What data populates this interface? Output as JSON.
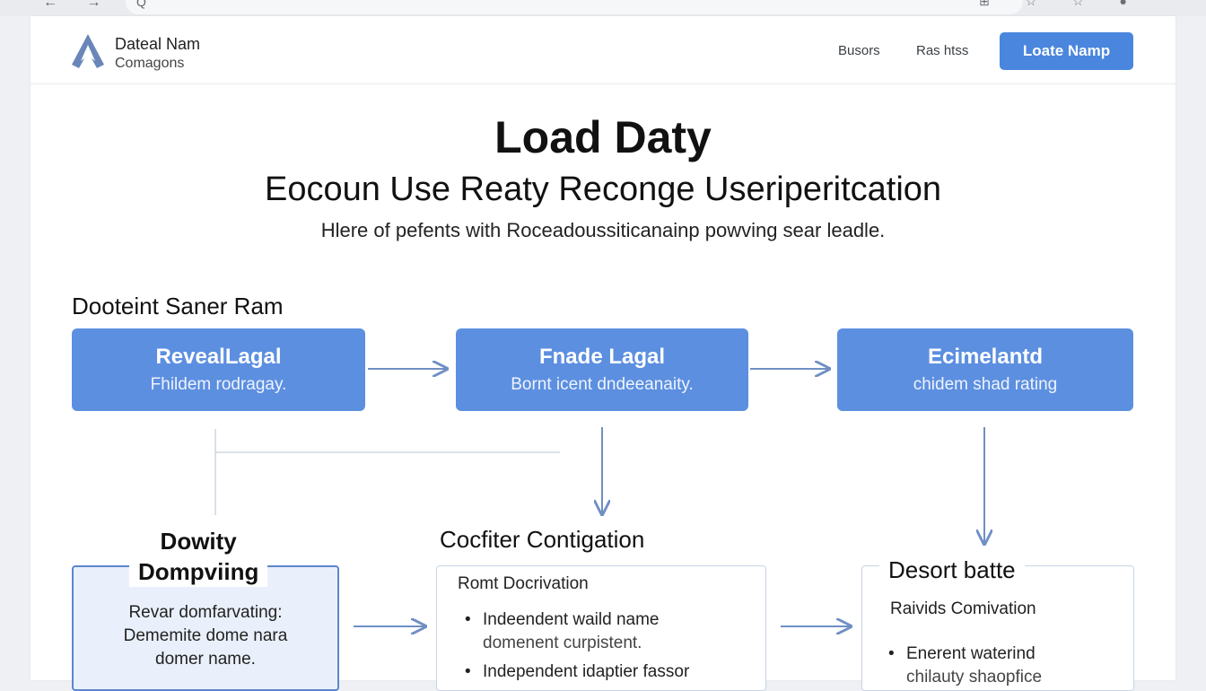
{
  "chrome": {
    "nav_glyphs": "← → C",
    "search_glyph": "Q",
    "tool_glyphs": "⊞ ☆ ☆ ●"
  },
  "header": {
    "brand_line1": "Dateal Nam",
    "brand_line2": "Comagons",
    "nav_items": [
      "Busors",
      "Ras htss"
    ],
    "cta_label": "Loate Namp",
    "logo_icon": "chevron-logo-icon",
    "accent_color": "#4a86dd"
  },
  "hero": {
    "title": "Load Daty",
    "subtitle": "Eocoun Use Reaty Reconge Useriperitcation",
    "description": "Hlere of pefents with Roceadoussiticanainp powving sear leadle."
  },
  "section": {
    "title": "Dooteint Saner Ram"
  },
  "steps": [
    {
      "title": "RevealLagal",
      "subtitle": "Fhildem rodragay."
    },
    {
      "title": "Fnade Lagal",
      "subtitle": "Bornt icent dndeeanaity."
    },
    {
      "title": "Ecimelantd",
      "subtitle": "chidem shad rating"
    }
  ],
  "cards": {
    "dowity": {
      "heading_line1": "Dowity",
      "heading_line2": "Dompviing",
      "text_lines": [
        "Revar domfarvating:",
        "Dememite dome nara",
        "domer name."
      ]
    },
    "cocfiter": {
      "heading": "Cocfiter Contigation",
      "title": "Romt Docrivation",
      "bullets": [
        {
          "main": "Indeendent waild name",
          "sub": "domenent curpistent."
        },
        {
          "main": "Independent idaptier fassor"
        }
      ]
    },
    "desort": {
      "heading": "Desort batte",
      "title": "Raivids Comivation",
      "bullets": [
        {
          "main": "Enerent waterind",
          "sub": "chilauty shaopfice"
        }
      ]
    }
  },
  "colors": {
    "step_fill": "#5c8fe0",
    "connector": "#6f8fc4",
    "card_border": "#c9d4e6",
    "highlight_card_fill": "#eaf0fb"
  }
}
